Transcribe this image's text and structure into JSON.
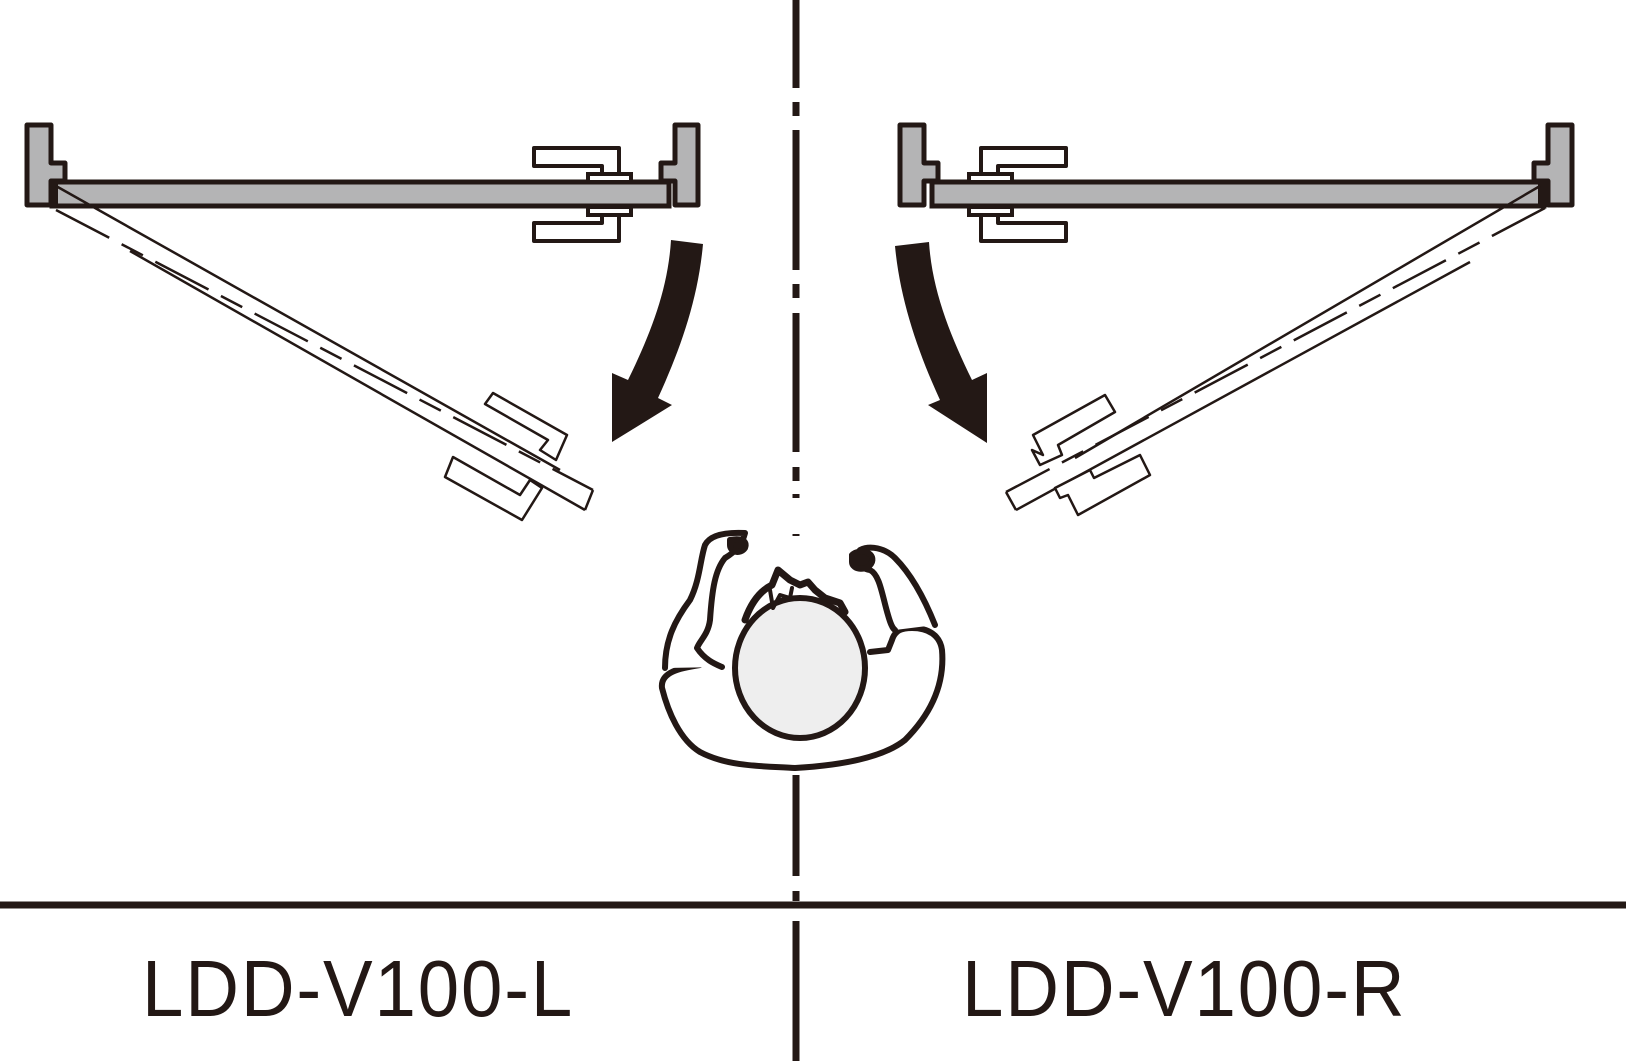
{
  "diagram": {
    "colors": {
      "ink": "#231815",
      "door_fill": "#b4b4b5",
      "head_fill": "#eeeeee",
      "background": "#ffffff"
    },
    "panels": [
      {
        "id": "left",
        "model_label": "LDD-V100-L",
        "hinge_side": "left",
        "swing_direction": "toward viewer, clockwise from right"
      },
      {
        "id": "right",
        "model_label": "LDD-V100-R",
        "hinge_side": "right",
        "swing_direction": "toward viewer, counter-clockwise from left"
      }
    ],
    "elements": {
      "centerline": "dash-dot vertical divider",
      "baseline": "horizontal separator above labels",
      "figure": "person viewed from above, arms raised"
    }
  }
}
